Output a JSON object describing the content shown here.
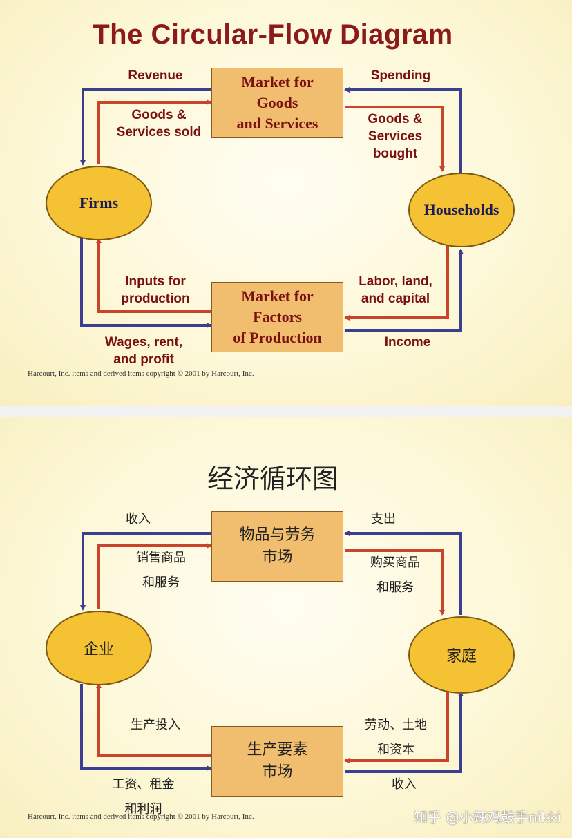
{
  "english": {
    "title": "The Circular-Flow Diagram",
    "goods_market": "Market for\nGoods\nand Services",
    "factor_market": "Market for\nFactors\nof Production",
    "firms": "Firms",
    "households": "Households",
    "revenue": "Revenue",
    "goods_sold": "Goods &\nServices sold",
    "spending": "Spending",
    "goods_bought": "Goods &\nServices\nbought",
    "inputs": "Inputs for\nproduction",
    "wages": "Wages, rent,\nand profit",
    "labor": "Labor, land,\nand capital",
    "income": "Income",
    "copyright": "Harcourt, Inc. items and derived items copyright © 2001 by Harcourt, Inc."
  },
  "chinese": {
    "title": "经济循环图",
    "goods_market": "物品与劳务\n市场",
    "factor_market": "生产要素\n市场",
    "firms": "企业",
    "households": "家庭",
    "revenue": "收入",
    "goods_sold": "销售商品\n和服务",
    "spending": "支出",
    "goods_bought": "购买商品\n和服务",
    "inputs": "生产投入",
    "wages": "工资、租金\n和利润",
    "labor": "劳动、土地\n和资本",
    "income": "收入",
    "copyright": "Harcourt, Inc. items and derived items copyright © 2001 by Harcourt, Inc.",
    "watermark": "知乎 @小辣鸡鼓手nikki"
  },
  "colors": {
    "blue_flow": "#3a3f8f",
    "red_flow": "#c8442a",
    "box_fill": "#f0be6e",
    "ellipse_fill": "#f5c233",
    "title_red": "#8b1a1a"
  }
}
